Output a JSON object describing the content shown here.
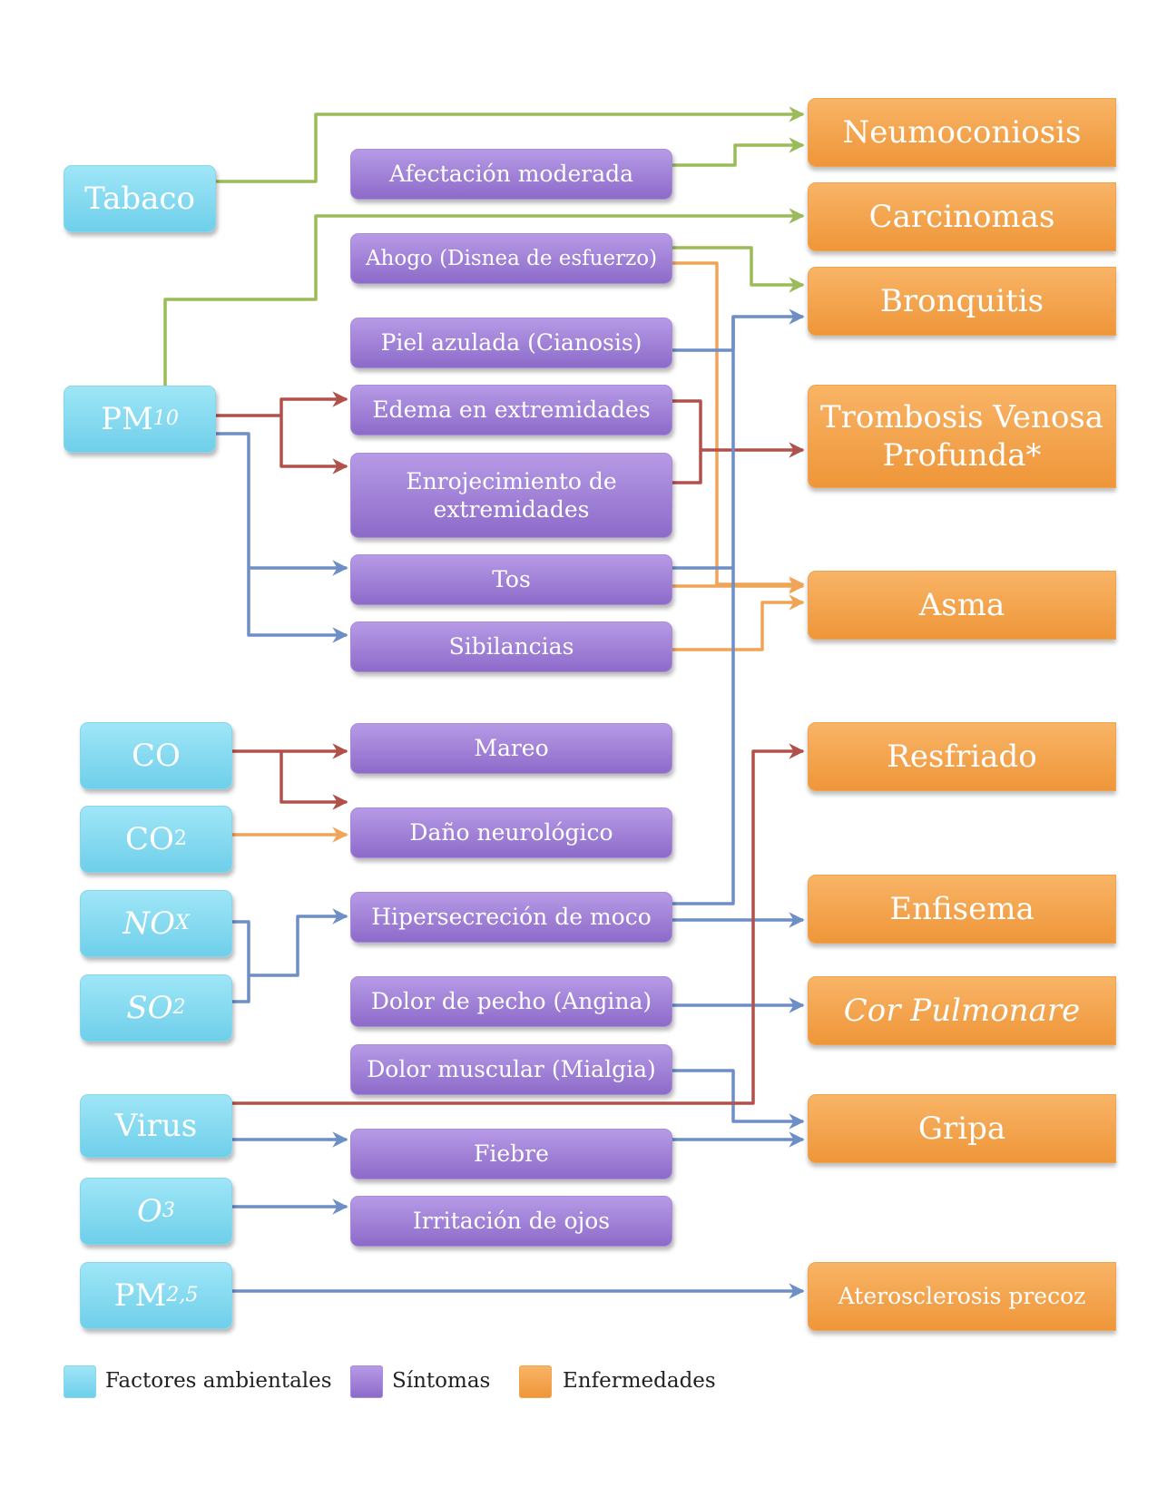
{
  "colors": {
    "factor": "#7dd6ee",
    "symptom": "#9a7bd3",
    "disease": "#f2a14d",
    "link_green": "#9bbb59",
    "link_blue": "#6d8ec6",
    "link_red": "#b0524b",
    "link_orange": "#efa458"
  },
  "factors": {
    "tabaco": "Tabaco",
    "pm10": {
      "base": "PM",
      "sub": "10"
    },
    "co": "CO",
    "co2": {
      "base": "CO",
      "sub": "2"
    },
    "nox": {
      "base": "NO",
      "sub": "X"
    },
    "so2": {
      "base": "SO",
      "sub": "2"
    },
    "virus": "Virus",
    "o3": {
      "base": "O",
      "sub": "3"
    },
    "pm25": {
      "base": "PM",
      "sub": "2,5"
    }
  },
  "symptoms": {
    "afectacion": "Afectación moderada",
    "ahogo": "Ahogo (Disnea de esfuerzo)",
    "piel": "Piel azulada (Cianosis)",
    "edema": "Edema en extremidades",
    "enrojecimiento_1": "Enrojecimiento de",
    "enrojecimiento_2": "extremidades",
    "tos": "Tos",
    "sibilancias": "Sibilancias",
    "mareo": "Mareo",
    "dano": "Daño neurológico",
    "hipersecrecion": "Hipersecreción de moco",
    "dolor_pecho": "Dolor de pecho (Angina)",
    "dolor_muscular": "Dolor muscular (Mialgia)",
    "fiebre": "Fiebre",
    "irritacion": "Irritación de ojos"
  },
  "diseases": {
    "neumoconiosis": "Neumoconiosis",
    "carcinomas": "Carcinomas",
    "bronquitis": "Bronquitis",
    "trombosis_1": "Trombosis Venosa",
    "trombosis_2": "Profunda*",
    "asma": "Asma",
    "resfriado": "Resfriado",
    "enfisema": "Enfisema",
    "cor_pulmonare": "Cor Pulmonare",
    "gripa": "Gripa",
    "aterosclerosis": "Aterosclerosis precoz"
  },
  "legend": {
    "factors": "Factores ambientales",
    "symptoms": "Síntomas",
    "diseases": "Enfermedades"
  }
}
